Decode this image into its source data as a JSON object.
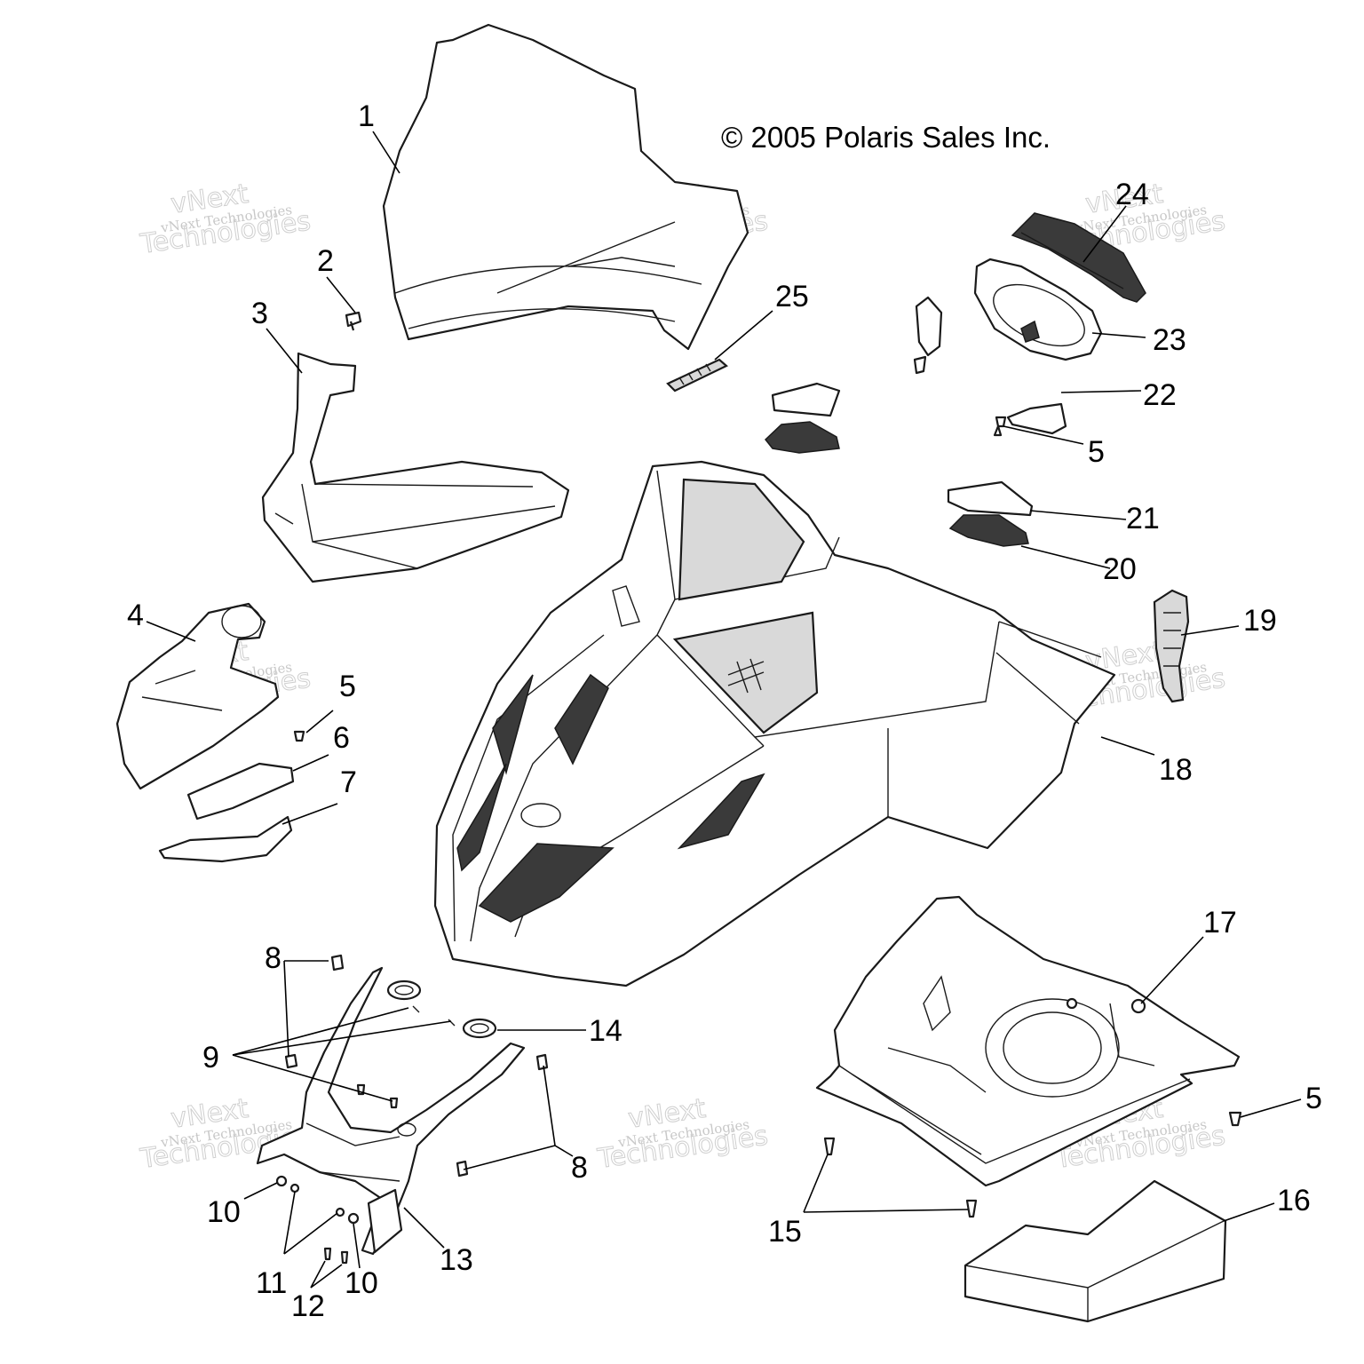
{
  "copyright": "© 2005 Polaris Sales Inc.",
  "watermark": {
    "brand": "vNext",
    "line_small": "vNext Technologies",
    "line_big": "Technologies"
  },
  "callouts": {
    "c1": "1",
    "c2": "2",
    "c3": "3",
    "c4": "4",
    "c5a": "5",
    "c5b": "5",
    "c5c": "5",
    "c6": "6",
    "c7": "7",
    "c8a": "8",
    "c8b": "8",
    "c9": "9",
    "c10a": "10",
    "c10b": "10",
    "c11": "11",
    "c12": "12",
    "c13": "13",
    "c14": "14",
    "c15": "15",
    "c16": "16",
    "c17": "17",
    "c18": "18",
    "c19": "19",
    "c20": "20",
    "c21": "21",
    "c22": "22",
    "c23": "23",
    "c24": "24",
    "c25": "25"
  }
}
